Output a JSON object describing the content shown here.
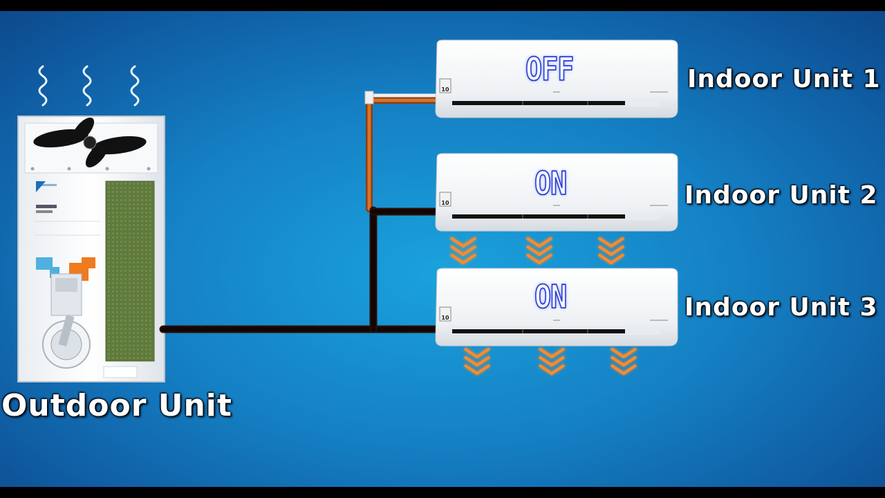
{
  "indoor_units": [
    {
      "label": "Indoor Unit 1",
      "display": "OFF",
      "status": "off",
      "badge": "10"
    },
    {
      "label": "Indoor Unit 2",
      "display": "ON",
      "status": "on",
      "badge": "10"
    },
    {
      "label": "Indoor Unit 3",
      "display": "ON",
      "status": "on",
      "badge": "10"
    }
  ],
  "outdoor_unit": {
    "label": "Outdoor Unit"
  },
  "colors": {
    "background": "#1580c4",
    "copper_pipe": "#c8631e",
    "refrigerant_pipe": "#1a0a08",
    "airflow_chevron": "#ff8a2a",
    "display_glow": "#2a3fd6"
  }
}
